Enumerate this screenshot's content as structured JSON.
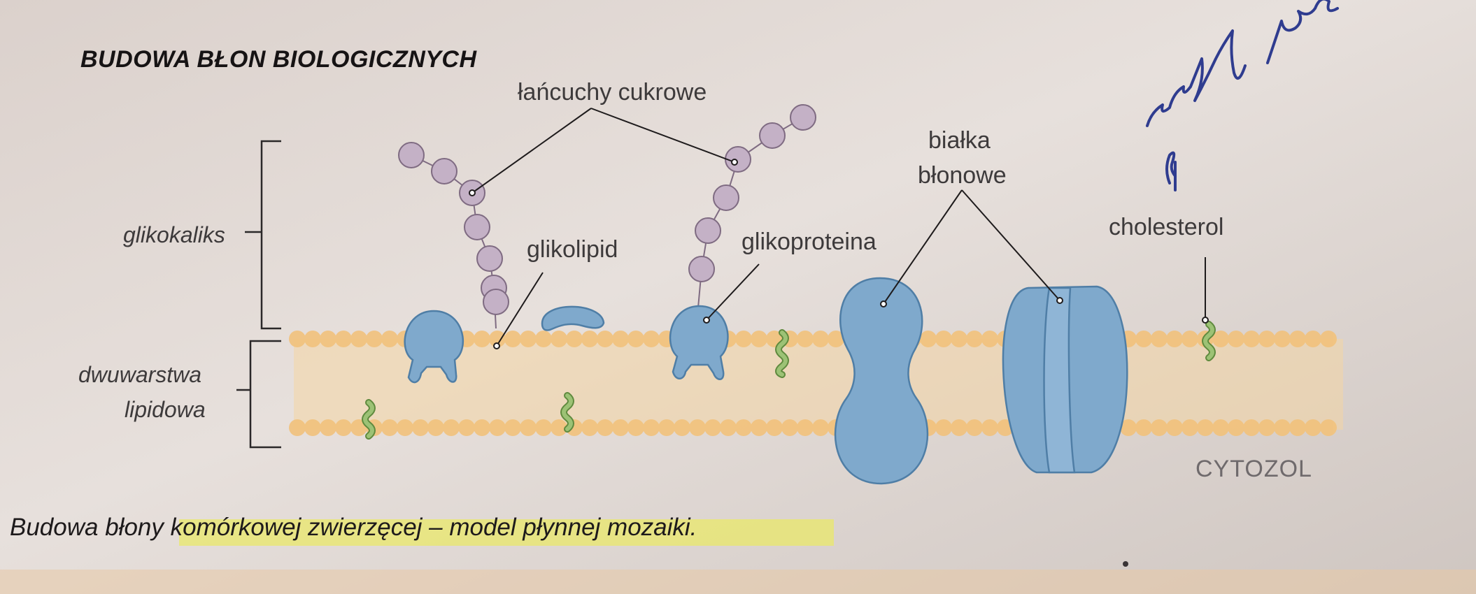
{
  "title": "BUDOWA BŁON BIOLOGICZNYCH",
  "labels": {
    "sugar_chains": "łańcuchy cukrowe",
    "glycocalyx": "glikokaliks",
    "bilayer_line1": "dwuwarstwa",
    "bilayer_line2": "lipidowa",
    "glycolipid": "glikolipid",
    "glycoprotein": "glikoproteina",
    "membrane_proteins_line1": "białka",
    "membrane_proteins_line2": "błonowe",
    "cholesterol": "cholesterol",
    "cytosol": "CYTOZOL"
  },
  "caption": {
    "prefix": "Budowa błony ",
    "highlighted": "komórkowej zwierzęcej – model płynnej mozaiki."
  },
  "colors": {
    "paper": "#e3dbd6",
    "lipid_heads": "#f2c27c",
    "lipid_tails": "#f4d6a4",
    "protein": "#7fa9cc",
    "protein_outline": "#4f7ea6",
    "sugar": "#c4b1c6",
    "sugar_outline": "#7f6b82",
    "cholesterol": "#8fb468",
    "highlight": "#e9e86a",
    "handwriting": "#2f3c8f"
  }
}
